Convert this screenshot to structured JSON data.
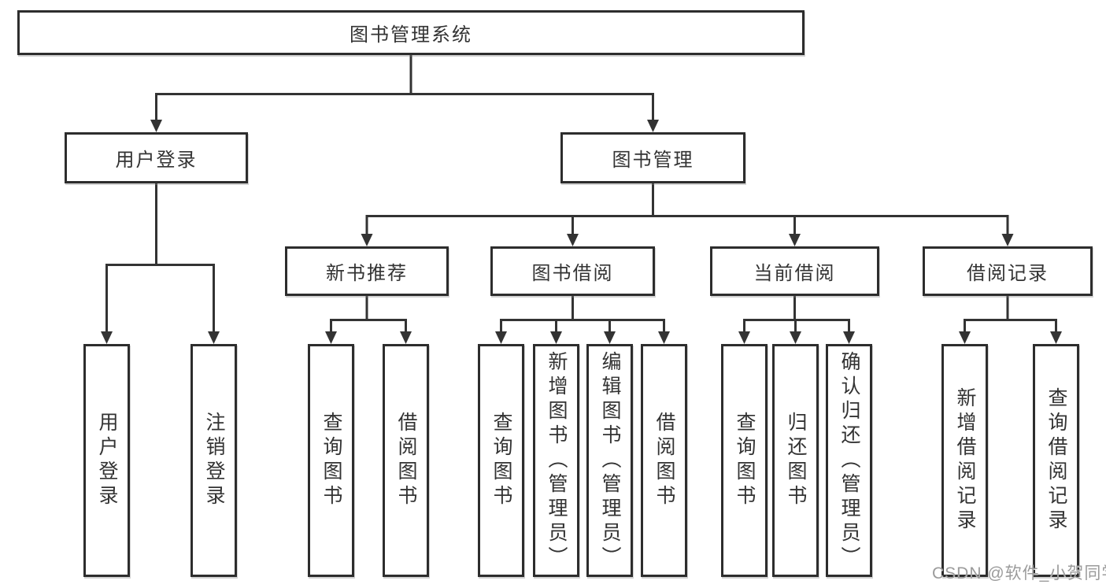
{
  "tree": {
    "label": "图书管理系统",
    "children": [
      {
        "label": "用户登录",
        "children": [
          {
            "label": "用户登录"
          },
          {
            "label": "注销登录"
          }
        ]
      },
      {
        "label": "图书管理",
        "children": [
          {
            "label": "新书推荐",
            "children": [
              {
                "label": "查询图书"
              },
              {
                "label": "借阅图书"
              }
            ]
          },
          {
            "label": "图书借阅",
            "children": [
              {
                "label": "查询图书"
              },
              {
                "label": "新增图书（管理员）"
              },
              {
                "label": "编辑图书（管理员）"
              },
              {
                "label": "借阅图书"
              }
            ]
          },
          {
            "label": "当前借阅",
            "children": [
              {
                "label": "查询图书"
              },
              {
                "label": "归还图书"
              },
              {
                "label": "确认归还（管理员）"
              }
            ]
          },
          {
            "label": "借阅记录",
            "children": [
              {
                "label": "新增借阅记录"
              },
              {
                "label": "查询借阅记录"
              }
            ]
          }
        ]
      }
    ]
  },
  "watermark": {
    "text": "CSDN @软件_小贺同学"
  },
  "colors": {
    "line": "#333333",
    "box_border": "#2d2d2d",
    "box_bg": "#ffffff",
    "text": "#333333",
    "watermark": "#9b9b9b",
    "background": "#ffffff"
  }
}
